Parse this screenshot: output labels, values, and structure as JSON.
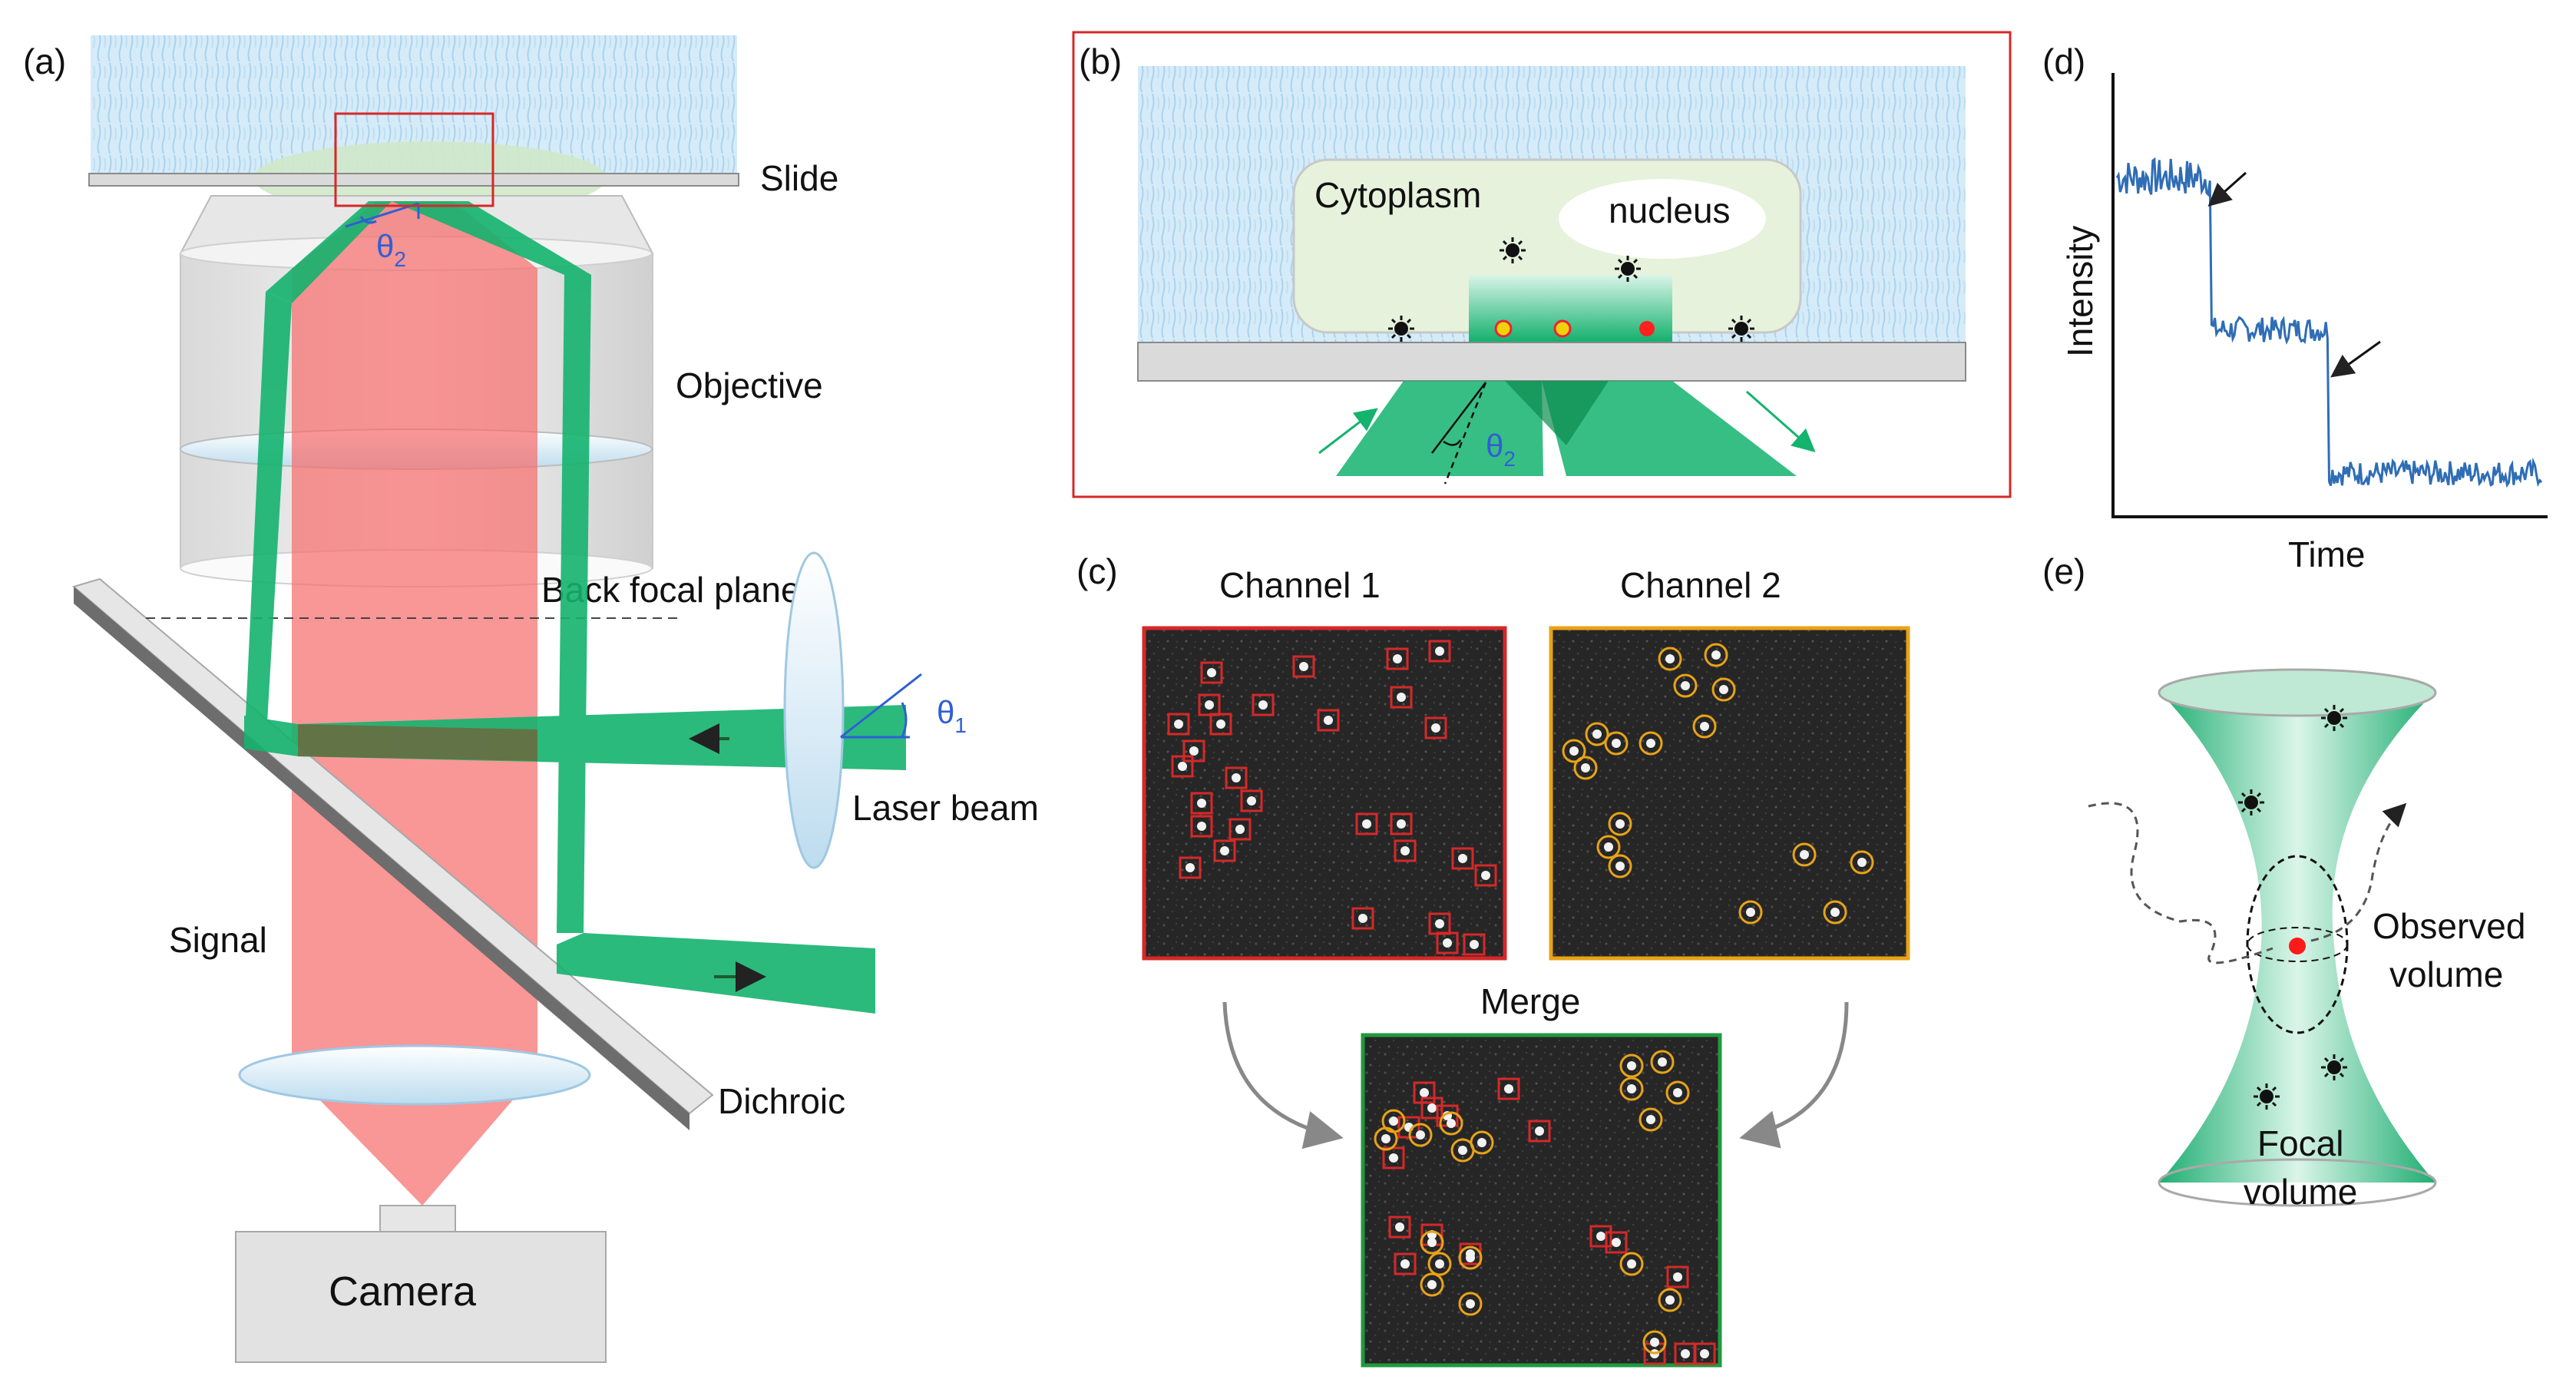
{
  "colors": {
    "green": "#14b36e",
    "green_dark": "#0a8f55",
    "red_beam": "#f76e6e",
    "glass": "#dce9f7",
    "water": "#bfe0f5",
    "panel_red": "#d62828",
    "panel_orange": "#e8a317",
    "panel_green": "#1f9a3e",
    "trace_blue": "#2f6db5",
    "angle_blue": "#2f5fd6"
  },
  "panel_a": {
    "label": "(a)",
    "slide": "Slide",
    "objective": "Objective",
    "back_focal_plane": "Back focal plane",
    "laser_beam": "Laser beam",
    "signal": "Signal",
    "dichroic": "Dichroic",
    "camera": "Camera",
    "theta1_base": "θ",
    "theta1_sub": "1",
    "theta2_base": "θ",
    "theta2_sub": "2"
  },
  "panel_b": {
    "label": "(b)",
    "cytoplasm": "Cytoplasm",
    "nucleus": "nucleus",
    "theta2_base": "θ",
    "theta2_sub": "2"
  },
  "panel_c": {
    "label": "(c)",
    "channel1": "Channel 1",
    "channel2": "Channel 2",
    "merge": "Merge"
  },
  "panel_d": {
    "label": "(d)",
    "ylabel": "Intensity",
    "xlabel": "Time",
    "trace_levels": [
      0.78,
      0.42,
      0.08
    ]
  },
  "panel_e": {
    "label": "(e)",
    "observed_volume": "Observed volume",
    "focal_volume": "Focal volume",
    "observed_line1": "Observed",
    "observed_line2": "volume",
    "focal_line1": "Focal",
    "focal_line2": "volume"
  }
}
